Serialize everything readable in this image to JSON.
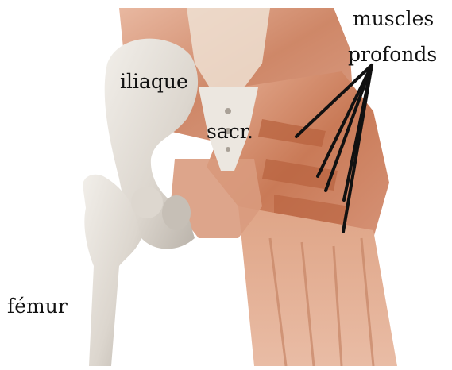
{
  "labels": {
    "iliaque": "iliaque",
    "sacr": "sacr.",
    "femur": "fémur",
    "muscles_line1": "muscles",
    "muscles_line2": "profonds"
  },
  "colors": {
    "muscle": "#c97a57",
    "muscle_light": "#e3a989",
    "bone": "#e6e1da",
    "bone_shadow": "#b9b2a9",
    "pointer": "#111111"
  }
}
